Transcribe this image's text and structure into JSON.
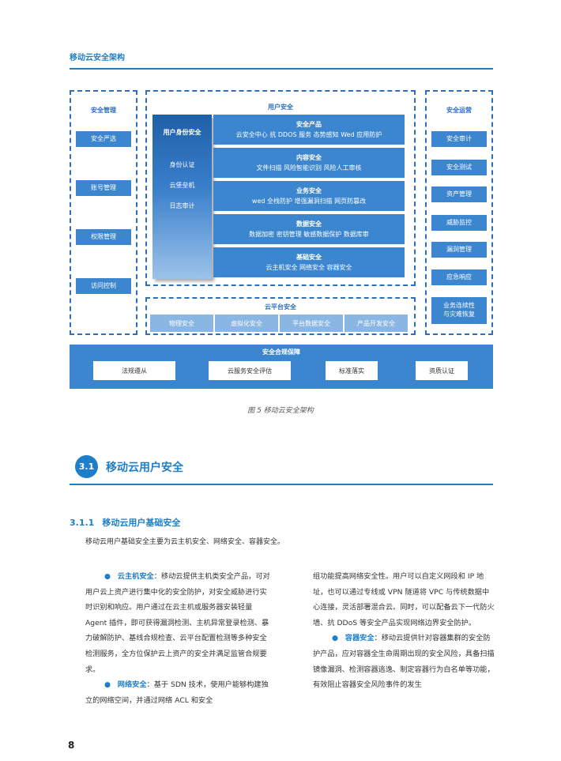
{
  "header": {
    "title": "移动云安全架构"
  },
  "figure": {
    "mgmt": {
      "title": "安全管理",
      "items": [
        "安全严选",
        "账号管理",
        "权限管理",
        "访问控制"
      ]
    },
    "user_security": {
      "title": "用户安全",
      "identity": {
        "title": "用户身份安全",
        "items": [
          "身份认证",
          "云堡垒机",
          "日志审计"
        ]
      },
      "layers": [
        {
          "title": "安全产品",
          "items": "云安全中心  抗 DDOS 服务  态势感知  Wed 应用防护"
        },
        {
          "title": "内容安全",
          "items": "文件扫描    风险智能识别    风险人工审核"
        },
        {
          "title": "业务安全",
          "items": "wed 全栈防护    增强漏洞扫描    网页防篡改"
        },
        {
          "title": "数据安全",
          "items": "数据加密    密钥管理    敏感数据保护    数据库审"
        },
        {
          "title": "基础安全",
          "items": "云主机安全    网络安全    容器安全"
        }
      ]
    },
    "ops": {
      "title": "安全运营",
      "items": [
        "安全审计",
        "安全测试",
        "资产管理",
        "威胁监控",
        "漏洞管理",
        "应急响应",
        "业务连续性\n与灾难恢复"
      ]
    },
    "cloud_platform": {
      "title": "云平台安全",
      "items": [
        "物理安全",
        "虚拟化安全",
        "平台数据安全",
        "产品开发安全"
      ]
    },
    "compliance": {
      "title": "安全合规保障",
      "items": [
        "法规遵从",
        "云服务安全评估",
        "标准落实",
        "资质认证"
      ]
    },
    "caption": "图 5 移动云安全架构"
  },
  "section": {
    "number": "3.1",
    "title": "移动云用户安全"
  },
  "subsection": {
    "number": "3.1.1",
    "title": "移动云用户基础安全"
  },
  "intro": "移动云用户基础安全主要为云主机安全、网络安全、容器安全。",
  "bullet_symbol": "●",
  "paragraphs": {
    "host_term": "云主机安全",
    "host_text": "：移动云提供主机类安全产品，可对用户云上资产进行集中化的安全防护，对安全威胁进行实时识别和响应。用户通过在云主机或服务器安装轻量 Agent 插件，即可获得漏洞检测、主机异常登录检测、暴力破解防护、基线合规检查、云平台配置检测等多种安全检测服务，全方位保护云上资产的安全并满足监管合规要求。",
    "network_term": "网络安全",
    "network_text_left": "：基于 SDN 技术，使用户能够构建独立的网络空间，并通过网络 ACL 和安全",
    "network_text_right": "组功能提高网络安全性。用户可以自定义网段和 IP 地址，也可以通过专线或 VPN 隧道将 VPC 与传统数据中心连接，灵活部署混合云。同时，可以配备云下一代防火墙、抗 DDoS 等安全产品实现网络边界安全防护。",
    "container_term": "容器安全",
    "container_text": "：移动云提供针对容器集群的安全防护产品，应对容器全生命周期出现的安全风险，具备扫描镜像漏洞、检测容器逃逸、制定容器行为白名单等功能，有效阻止容器安全风险事件的发生"
  },
  "page_number": "8"
}
